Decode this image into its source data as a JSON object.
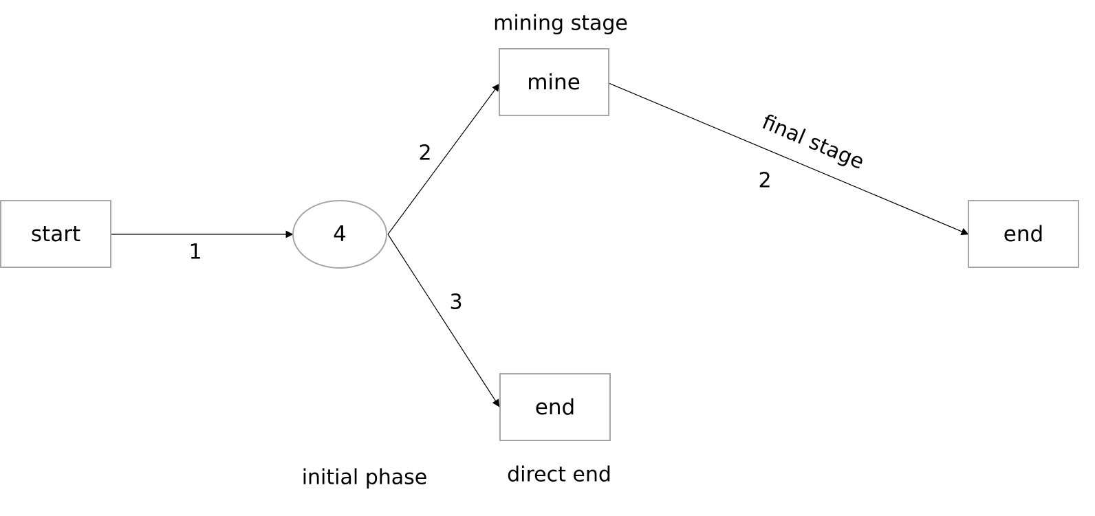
{
  "nodes": {
    "start": {
      "label": "start"
    },
    "junction": {
      "label": "4"
    },
    "mine": {
      "label": "mine"
    },
    "end_final": {
      "label": "end"
    },
    "end_direct": {
      "label": "end"
    }
  },
  "edges": {
    "start_to_junction": {
      "label": "1"
    },
    "junction_to_mine": {
      "label": "2"
    },
    "junction_to_end_direct": {
      "label": "3"
    },
    "mine_to_end_final": {
      "label": "2"
    }
  },
  "annotations": {
    "mining_stage": "mining stage",
    "final_stage": "final stage",
    "initial_phase": "initial phase",
    "direct_end": "direct end"
  },
  "colors": {
    "node_border": "#a6a6a6",
    "edge": "#000000",
    "text": "#000000"
  }
}
